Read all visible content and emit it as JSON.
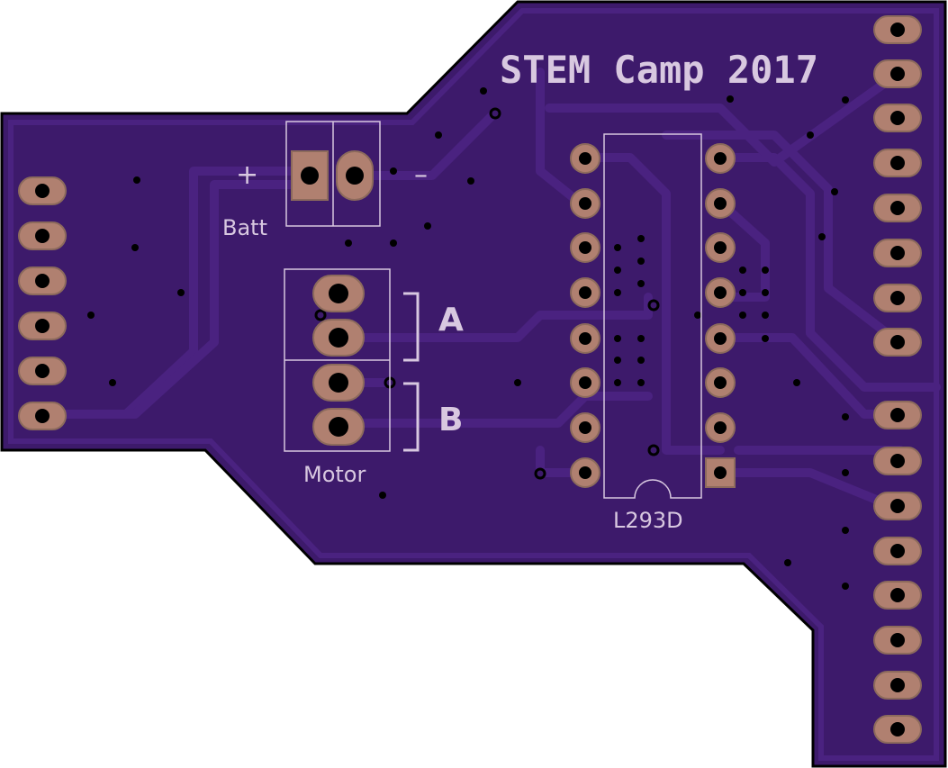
{
  "silkscreen": {
    "title": "STEM Camp 2017",
    "batt_label": "Batt",
    "plus": "+",
    "minus": "–",
    "motor_label": "Motor",
    "channel_a": "A",
    "channel_b": "B",
    "chip_label": "L293D"
  },
  "colors": {
    "board": "#3d1a6b",
    "board_edge": "#000000",
    "copper_trace": "#4a2280",
    "pad": "#b08070",
    "pad_edge": "#8c6a5c",
    "drill": "#000000",
    "silk": "#d8c8e0"
  },
  "components": {
    "left_header_pins": 6,
    "right_header_upper_pins": 8,
    "right_header_lower_pins": 8,
    "ic_pins_per_side": 8
  }
}
